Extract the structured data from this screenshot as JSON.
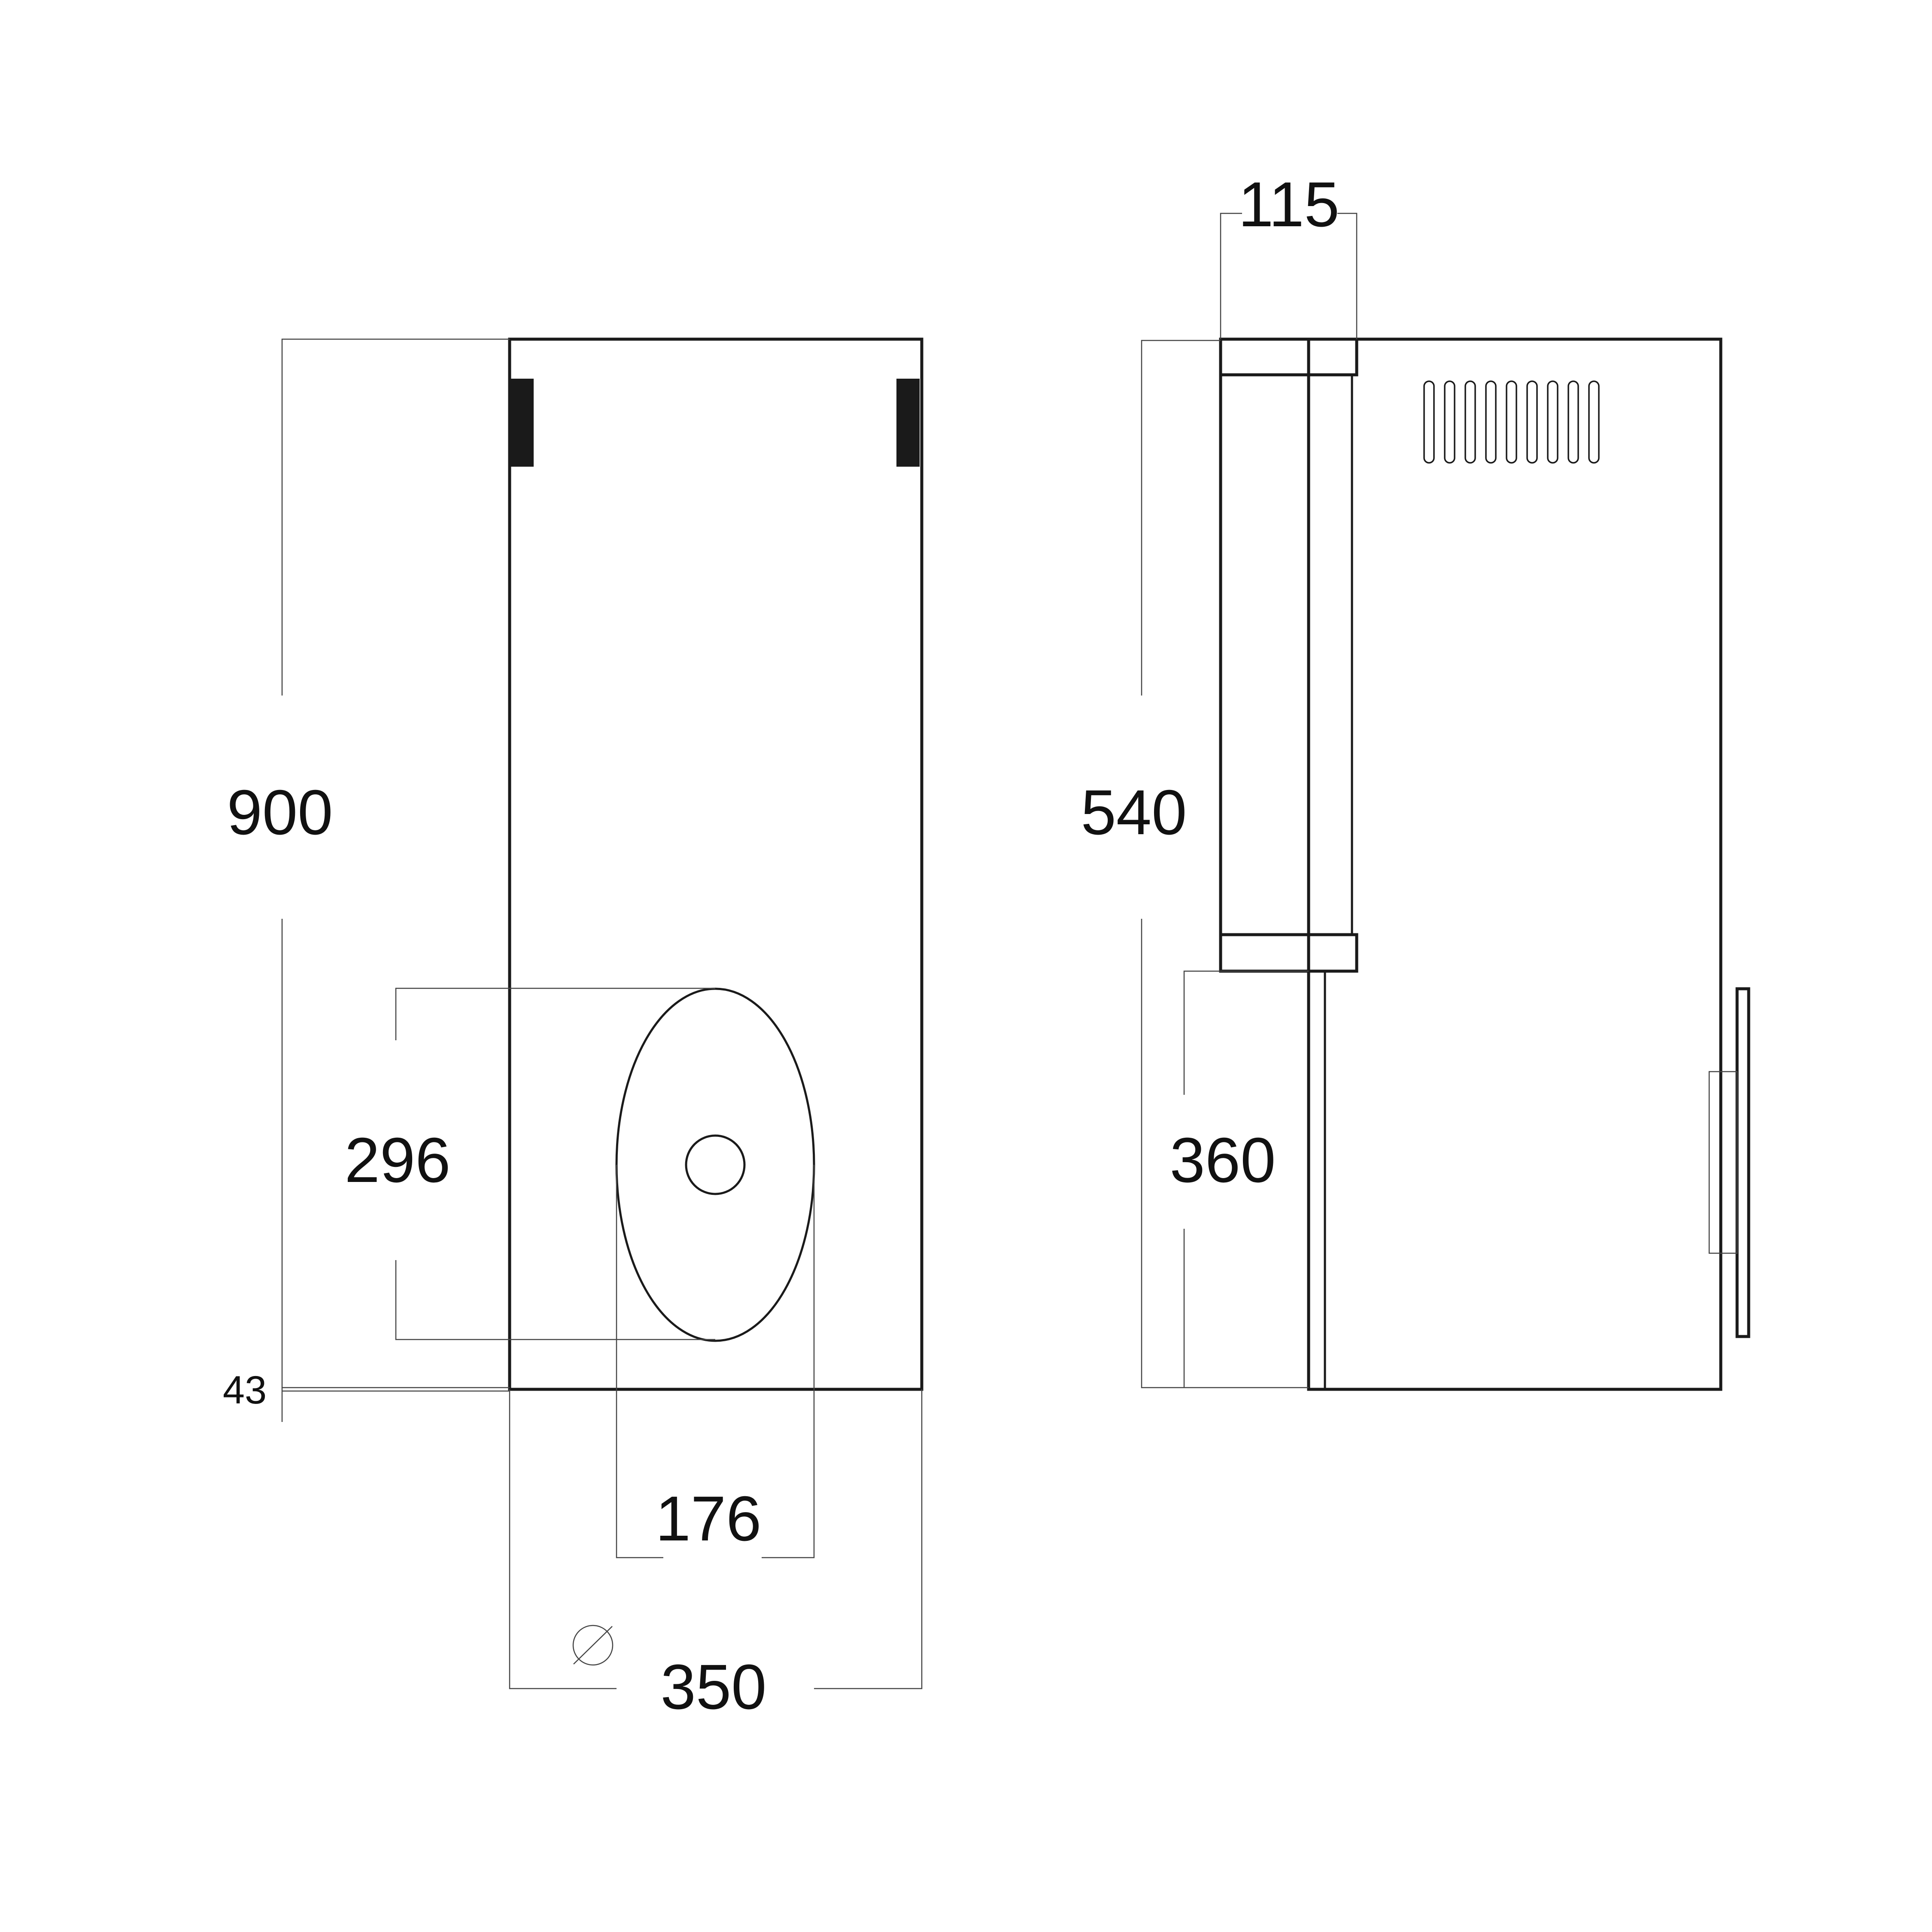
{
  "front_view": {
    "height_label": "900",
    "basin_height_label": "296",
    "offset_label": "43",
    "basin_width_label": "176",
    "width_label": "350",
    "diameter_symbol": "⌀"
  },
  "side_view": {
    "depth_label": "115",
    "upper_height_label": "540",
    "lower_height_label": "360"
  }
}
